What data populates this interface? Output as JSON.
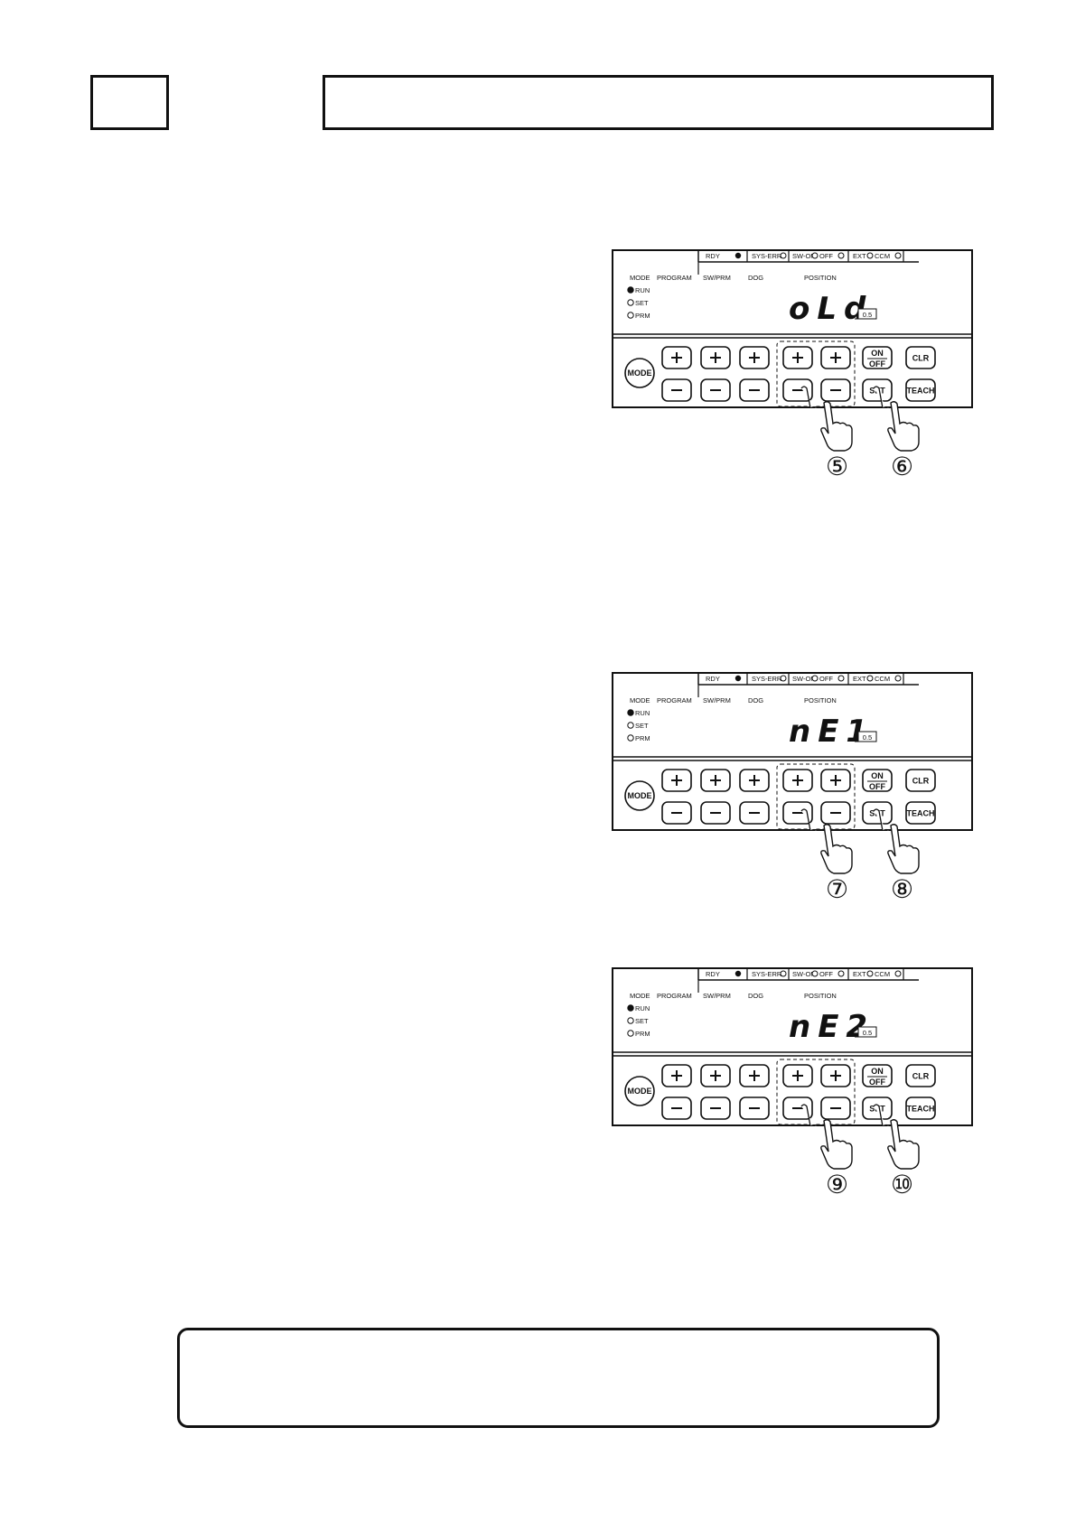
{
  "header": {
    "left_box_text": "",
    "title_box_text": ""
  },
  "panel_labels": {
    "status": [
      "RDY",
      "SYS-ERR",
      "SW-ON",
      "OFF",
      "EXT",
      "CCM"
    ],
    "columns": [
      "MODE",
      "PROGRAM",
      "SW/PRM",
      "DOG",
      "POSITION"
    ],
    "modes": [
      "RUN",
      "SET",
      "PRM"
    ],
    "unit": "0.5",
    "buttons": {
      "mode": "MODE",
      "on": "ON",
      "off": "OFF",
      "clr": "CLR",
      "set": "SET",
      "teach": "TEACH",
      "plus": "+",
      "minus": "−"
    }
  },
  "steps": [
    {
      "display": "oLd",
      "callouts": [
        "⑤",
        "⑥"
      ]
    },
    {
      "display": "nE1",
      "callouts": [
        "⑦",
        "⑧"
      ]
    },
    {
      "display": "nE2",
      "callouts": [
        "⑨",
        "⑩"
      ]
    }
  ],
  "note": {
    "text": ""
  }
}
